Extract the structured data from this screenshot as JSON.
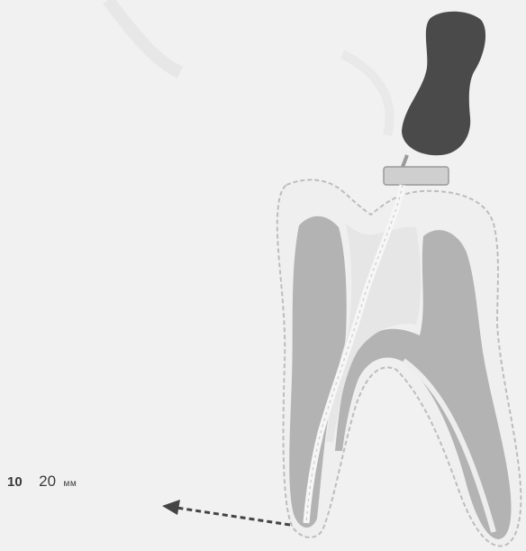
{
  "measurement": {
    "value_1": "10",
    "value_2": "20",
    "unit": "мм"
  },
  "colors": {
    "background": "#f1f1f1",
    "handle": "#4a4a4a",
    "stopper": "#cfcfcf",
    "enamel_outline": "#bdbdbd",
    "dentin": "#b3b3b3",
    "pulp": "#e9e9e9",
    "instrument": "#f4f4f4",
    "arrow": "#444444"
  }
}
